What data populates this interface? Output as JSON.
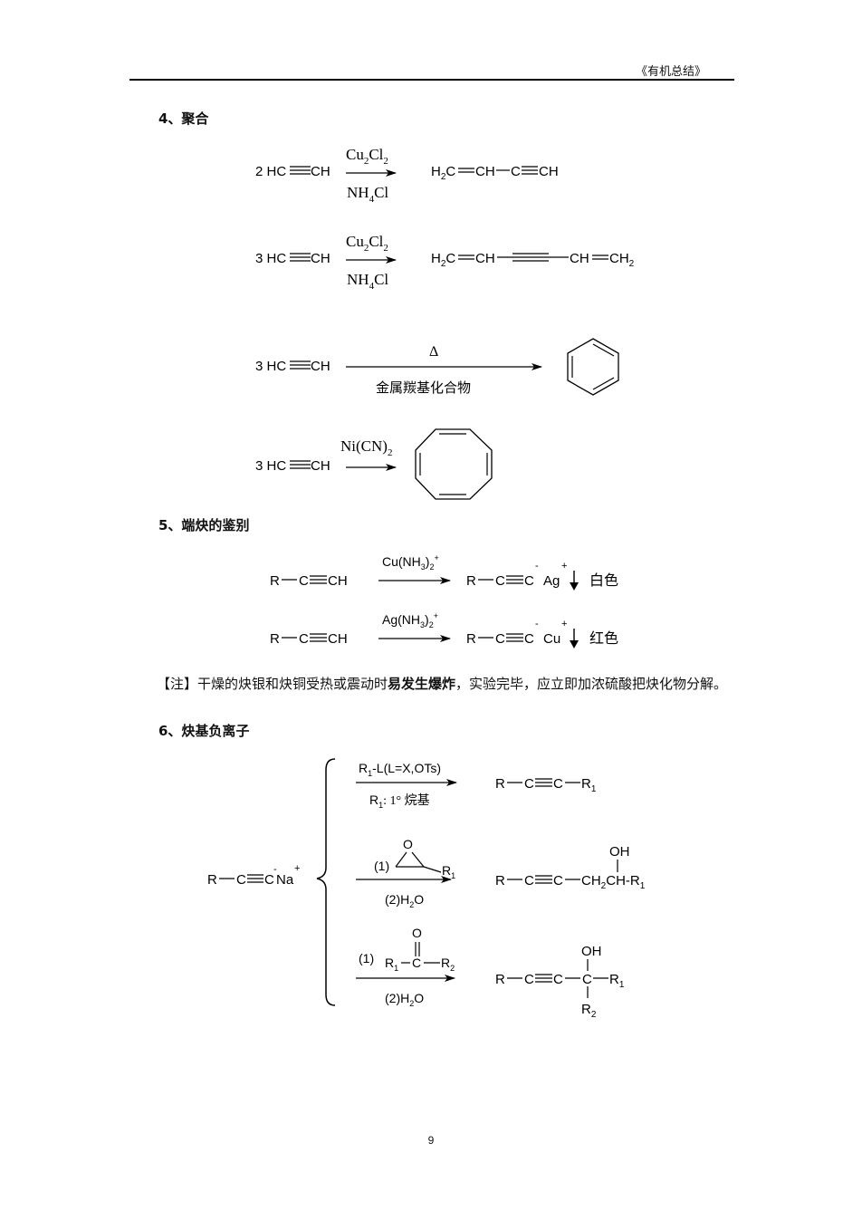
{
  "header": {
    "title": "《有机总结》"
  },
  "sections": {
    "s4": "4、聚合",
    "s5": "5、端炔的鉴别",
    "s6": "6、炔基负离子"
  },
  "polymerization": {
    "r1": {
      "coef": "2 HC",
      "reactant_end": "CH",
      "cat_top": "Cu2Cl2",
      "cat_bottom": "NH4Cl",
      "product": "H2C=CH−C≡CH"
    },
    "r2": {
      "coef": "3 HC",
      "reactant_end": "CH",
      "cat_top": "Cu2Cl2",
      "cat_bottom": "NH4Cl",
      "product": "H2C=CH−C≡C−CH=CH2"
    },
    "r3": {
      "coef": "3 HC",
      "reactant_end": "CH",
      "cat_top": "Δ",
      "cat_bottom": "金属羰基化合物",
      "product": "benzene"
    },
    "r4": {
      "coef": "3 HC",
      "reactant_end": "CH",
      "cat_top": "Ni(CN)2",
      "product": "cyclooctatetraene"
    }
  },
  "identification": {
    "r1": {
      "reactant": "R−C≡CH",
      "reagent": "Cu(NH3)2+",
      "product": "R−C≡C⁻ Ag⁺↓",
      "color": "白色"
    },
    "r2": {
      "reactant": "R−C≡CH",
      "reagent": "Ag(NH3)2+",
      "product": "R−C≡C⁻ Cu⁺↓",
      "color": "红色"
    }
  },
  "note": {
    "bracket_open": "【注】",
    "text1": "干燥的炔银和炔铜受热或震动时",
    "bold": "易发生爆炸",
    "text2": "，实验完毕，应立即加浓硫酸把炔化物分解。"
  },
  "acetylide": {
    "reactant": "R−C≡C⁻ Na⁺",
    "r1": {
      "reagent": "R1-L(L=X,OTs)",
      "condition": "R1: 1° 烷基",
      "product": "R−C≡C−R1"
    },
    "r2": {
      "step1": "(1)",
      "step2": "(2)H2O",
      "product": "R−C≡C−CH2CH(OH)−R1"
    },
    "r3": {
      "step1": "(1)",
      "step2": "(2)H2O",
      "product": "R−C≡C−C(OH)(R1)(R2)"
    }
  },
  "page_number": "9"
}
